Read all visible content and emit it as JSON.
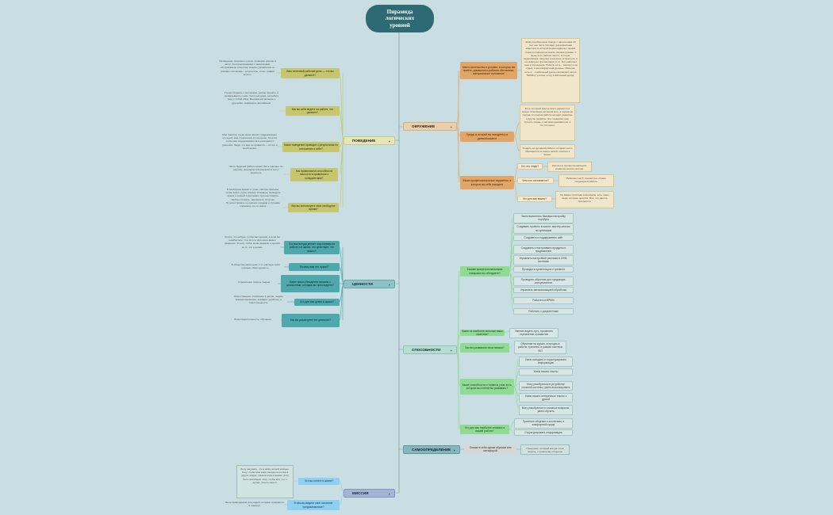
{
  "root": {
    "title_1": "Пирамида",
    "title_2": "логических",
    "title_3": "уровней"
  },
  "okruzhenie": {
    "label": "ОКРУЖЕНИЕ",
    "q_work": "Место жительства и условия, в которых вы живёте, домашняя и рабочая обстановка, материальное положение",
    "n_work": "Живу в небольшом городе с населением 40 тыс.чел. Есть типовая трехкомнатная квартира, в которой можно вдвоем с женой стоим в очереди на земли, своими руками. У жены есть работа: место, коттедж, видеосвязка, загрузка и наличие устроиться, и это вовремя, фотоаппарат и т.п. Это работает тоже к изложению. Работа, есть... хватает и на отдых, и на комфортный уровень. Машина, есть и... стабильный доход составляет около 5000$ (с учетом, есть) стабильный доход.",
    "q_people": "Среда, в которой вы находитесь в данный момент",
    "n_people": "Есть, который крепче всего держится в жизни. Я являюсь жителем сего, а сервисом города, в котором работа находит развитие и другие сервисы. Это позволяет мне строить планы, и активно развиваться, и что это меня.",
    "n_people2": "Уходить из духовной работы, которая часто обращается не иметь целей, отнятых к жизни.",
    "q_who": "Какие профессиональные окружения, в которых вы себя находите",
    "q_who_a": "Кто это люди?",
    "q_who_a_n": "Коллеги в профессиональном, управленческом секторе.",
    "q_who_b": "Чем они занимаются?",
    "q_who_b_n": "Работают на IT, консалтинг, общие тенденции в работе.",
    "q_who_c": "Что для вас важно?",
    "q_who_c_n": "Не важна приятная атмосфера, есть такие люди, которые ценятся. Всё, что дается, пригодится."
  },
  "povedenie": {
    "label": "ПОВЕДЕНИЕ",
    "q1": "Ваш типичный рабочий день — что вы делаете?",
    "n1": "Проведение планового утром, проверка умение в части. Консультирование с заказчиками, обслуживание клиентов. Анализ управления по планам, составляю... результаты, отчет, график встреч.",
    "q2": "Как вы себя ведете на работе, что делаете?",
    "n2": "Утром общаюсь с коллегами, делаю проекты, и привязываюсь к ним. Часто ем дома, на работе беру с собой обед. Вечером встречаюсь с друзьями, занимаюсь английским.",
    "q3": "Какое поведение приводит к результатам по отношению к себе?",
    "n3": "Мне приятно, когда меня хвалят, поддерживают, что ценят мои стремления и я их ценю. Хочется, чтобы все поддерживали все начинания и решения. Люди, что мне не нравятся — их нет в моей жизни.",
    "q4": "Как проявляются способности личности в сравнении с конкурентами?",
    "n4": "Часть будущей работы может быть сделано по-другому, принципы и возможности могут меняться.",
    "q5": "Как вы используете свое свободное время?",
    "n5": "В свободное время я гуляю, смотрю фильмы, читаю книги, учусь новому. Стараюсь проводить время с семьей и друзьями, путешествовать. Люблю готовить, заниматься спортом. Путешествовать по разным городам и странам, открывать что-то новое."
  },
  "cennosti": {
    "label": "ЦЕННОСТИ",
    "q1": "Что вас всегда делает счастливым на работе и в жизни, что действует, что важно?",
    "n1": "Хотите что-нибудь, чтобы вас ценили, а если вы ошибаетесь, то и за это. Для меня важно уважение. Я хочу, чтобы меня уважали и ценили за то, что я делаю.",
    "q2": "Почему вам это нужно?",
    "n2": "В обществе меня ценят и я чувствую себя нужным, свою ценность.",
    "q3": "Какие ваши убеждения связаны с ценностями, которые вы преследуете?",
    "n3": "Стремление помочь людям",
    "q4": "Что для вас ценно в жизни?",
    "n4": "Ответственное отношение к делам, людям, взаимопонимание, комфорт, удобство, и ответственность.",
    "q5": "Как вы реализуете эти ценности?",
    "n5": "Благотворительность, обучение."
  },
  "sposobnosti": {
    "label": "СПОСОБНОСТИ",
    "q1": "Какими профессиональными навыками вы обладаете?",
    "items1": [
      "Умею выполнять базовую настройку ноутбука",
      "Создавать проекты в школе, мастер-классы по кулинарии",
      "Создавать и поддерживать сайт",
      "Создавать и настраивать продукты и продвижение",
      "Управлять настройкой рекламы в CRM-системах",
      "Проводить презентации и тренинги",
      "Проводить обучение для продавцов-консультантов",
      "Управлять автоматизацией обработки",
      "Работать в BPMN",
      "Работать с документами"
    ],
    "q2": "Какие из наиболее сильные ваши качества?",
    "items2": [
      "Умение видеть суть, проявлять стремление к развитию"
    ],
    "q3": "Как вы развивали свои навыки?",
    "items3": [
      "Обучение на курсах, в процессе работы, тренинги, в рамках системы ISO"
    ],
    "q4": "Какие способности и таланты у вас есть, которые вы хотели бы развивать?",
    "items4": [
      "Умею находить и структурировать информацию",
      "Умею писать тексты",
      "Могу разобраться в устройстве сложной системы, умею анализировать",
      "Умею писать интересные тексты с душой",
      "Могу разобраться в сложных вопросах, умею обучать"
    ],
    "q5": "Что для вас наиболее значимо в вашей работе?",
    "items5": [
      "Приятное общение с коллегами, в комфортной среде",
      "Структурировать информацию"
    ]
  },
  "samoopredelenie": {
    "label": "САМООПРЕДЕЛЕНИЕ",
    "q1": "Опишите себя одним образом или метафорой",
    "n1": "Помощник, который всегда готов помочь, к приятному общению"
  },
  "missiya": {
    "label": "МИССИЯ",
    "q1": "Что вы хотите в жизни?",
    "n1": "Хочу ощущать, что я живу полной жизнью. Хочу, чтобы мои идеи находили отклик в других людях, помогали им в жизни. Хочу быть значимым, хочу, чтобы всё, что я делаю, имело смысл.",
    "q2": "В чём вы видите своё основное предназначение?",
    "n2": "Быть проводником для людей, которые нуждаются в помощи."
  },
  "colors": {
    "okr": "#e2a565",
    "pov": "#c5c66e",
    "cen": "#4ea9ad",
    "spo": "#8fdb93",
    "sam": "#d7d7d7",
    "mis": "#8fcff0",
    "line": "#8aa0a4"
  }
}
